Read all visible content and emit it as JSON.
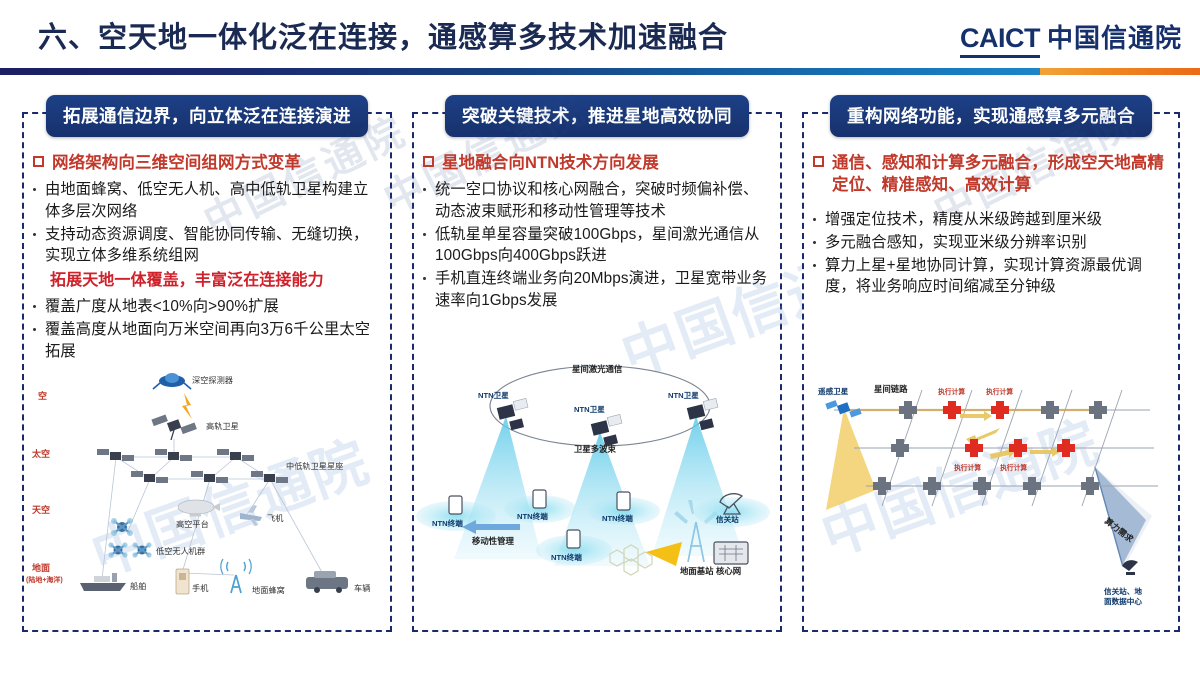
{
  "header": {
    "title": "六、空天地一体化泛在连接，通感算多技术加速融合",
    "logo_latin": "CAICT",
    "logo_cn": "中国信通院",
    "divider_blue": "#1b2a6e",
    "divider_orange": "#ee8a20"
  },
  "theme": {
    "pill_bg": "#1a3a7d",
    "heading_red": "#c0392b",
    "emphasis_red": "#d0202a",
    "border_navy": "#1b2a6e",
    "body_black": "#1a1a1a"
  },
  "watermark": "中国信通院",
  "page_number": "",
  "panels": [
    {
      "id": "panel-1",
      "pill": "拓展通信边界，向立体泛在连接演进",
      "heading": "网络架构向三维空间组网方式变革",
      "bullets": [
        "由地面蜂窝、低空无人机、高中低轨卫星构建立体多层次网络",
        "支持动态资源调度、智能协同传输、无缝切换，实现立体多维系统组网"
      ],
      "emphasis": "拓展天地一体覆盖，丰富泛在连接能力",
      "bullets2": [
        "覆盖广度从地表<10%向>90%扩展",
        "覆盖高度从地面向万米空间再向3万6千公里太空拓展"
      ],
      "figure": {
        "axis_labels": [
          "空",
          "太空",
          "天空",
          "地面",
          "(陆地+海洋)"
        ],
        "node_labels": [
          "深空探测器",
          "高轨卫星",
          "中低轨卫星星座",
          "高空平台",
          "飞机",
          "低空无人机群",
          "船舶",
          "手机",
          "地面蜂窝",
          "车辆"
        ]
      }
    },
    {
      "id": "panel-2",
      "pill": "突破关键技术，推进星地高效协同",
      "heading": "星地融合向NTN技术方向发展",
      "bullets": [
        "统一空口协议和核心网融合，突破时频偏补偿、动态波束赋形和移动性管理等技术",
        "低轨星单星容量突破100Gbps，星间激光通信从100Gbps向400Gbps跃进",
        "手机直连终端业务向20Mbps演进，卫星宽带业务速率向1Gbps发展"
      ],
      "emphasis": "",
      "bullets2": [],
      "figure": {
        "node_labels": [
          "NTN卫星",
          "NTN卫星",
          "NTN卫星",
          "星间激光通信",
          "卫星多波束",
          "NTN终端",
          "NTN终端",
          "NTN终端",
          "NTN终端",
          "移动性管理",
          "信关站",
          "地面基站",
          "核心网"
        ]
      }
    },
    {
      "id": "panel-3",
      "pill": "重构网络功能，实现通感算多元融合",
      "heading": "通信、感知和计算多元融合，形成空天地高精定位、精准感知、高效计算",
      "bullets": [
        "增强定位技术，精度从米级跨越到厘米级",
        "多元融合感知，实现亚米级分辨率识别",
        "算力上星+星地协同计算，实现计算资源最优调度，将业务响应时间缩减至分钟级"
      ],
      "emphasis": "",
      "bullets2": [],
      "figure": {
        "node_labels": [
          "遥感卫星",
          "星间链路",
          "执行计算",
          "执行计算",
          "执行计算",
          "执行计算",
          "执行计算",
          "算力需求",
          "信关站、地面数据中心"
        ]
      }
    }
  ]
}
